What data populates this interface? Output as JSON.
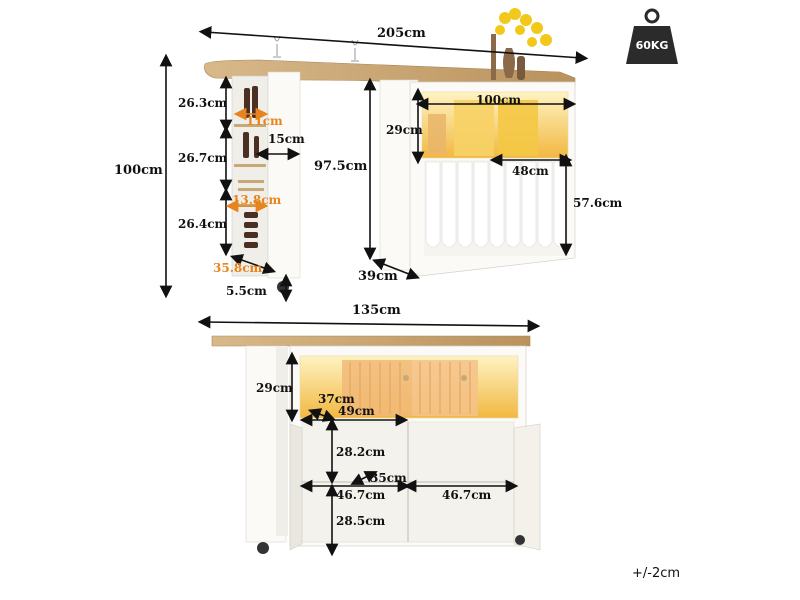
{
  "weight": {
    "label": "60KG",
    "icon": "weight-icon"
  },
  "tolerance": "+/-2cm",
  "top_view": {
    "total_length": "205cm",
    "total_height": "100cm",
    "shelf_height_1": "26.3cm",
    "shelf_height_2": "26.7cm",
    "shelf_height_3": "26.4cm",
    "wine_rack_spacing": "11cm",
    "shelf_depth": "15cm",
    "bottle_slot": "13.8cm",
    "side_unit_width": "35.8cm",
    "wheel_height": "5.5cm",
    "counter_height": "97.5cm",
    "cabinet_depth": "39cm",
    "cabinet_width": "100cm",
    "upper_compartment_height": "29cm",
    "door_width": "48cm",
    "door_height": "57.6cm"
  },
  "bottom_view": {
    "total_length": "135cm",
    "upper_height": "29cm",
    "inner_depth_1": "37cm",
    "inner_width_1": "49cm",
    "shelf_height_upper": "28.2cm",
    "inner_depth_2": "35cm",
    "left_width": "46.7cm",
    "right_width": "46.7cm",
    "shelf_height_lower": "28.5cm"
  },
  "colors": {
    "cabinet": "#fbfaf6",
    "wood": "#c9a877",
    "light": "#f6c64a",
    "flower": "#f2c81a",
    "weight_badge": "#2b2b2b",
    "accent_dim": "#e8841d"
  }
}
